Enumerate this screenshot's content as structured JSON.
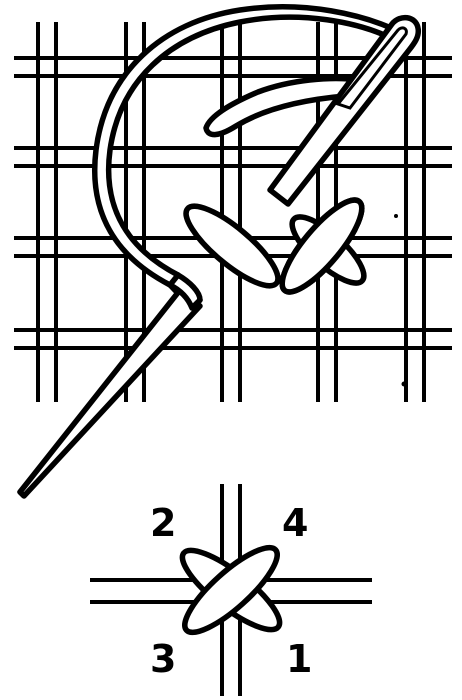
{
  "colors": {
    "ink": "#000000",
    "paper": "#ffffff"
  },
  "step_labels": {
    "top_left": "2",
    "top_right": "4",
    "bottom_left": "3",
    "bottom_right": "1"
  }
}
